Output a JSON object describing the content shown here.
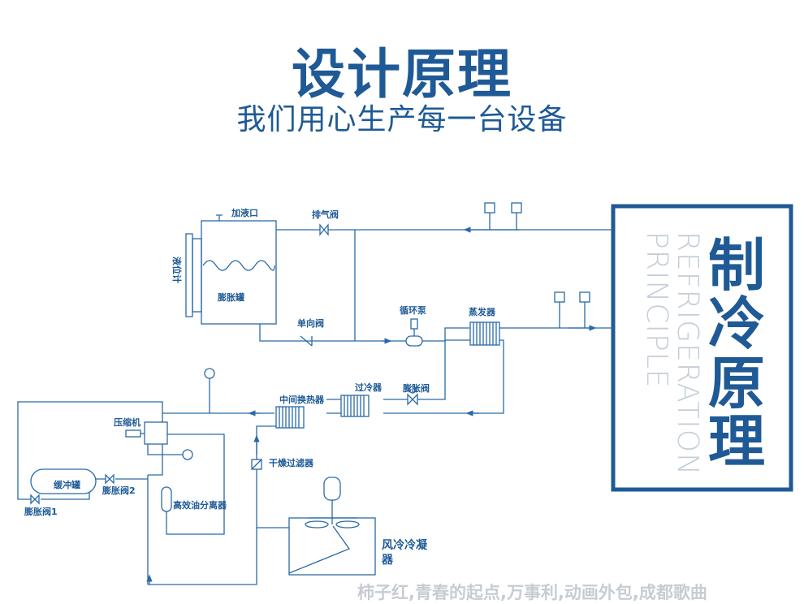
{
  "header": {
    "title": "设计原理",
    "subtitle": "我们用心生产每一台设备"
  },
  "side_panel": {
    "title_chars": [
      "制",
      "冷",
      "原",
      "理"
    ],
    "english_line1": "REFRIGERATION",
    "english_line2": "PRINCIPLE"
  },
  "components": {
    "fill_port": "加液口",
    "exhaust_valve": "排气阀",
    "level_gauge": "液位计",
    "expansion_tank": "膨胀罐",
    "check_valve": "单向阀",
    "circulation_pump": "循环泵",
    "evaporator": "蒸发器",
    "intermediate_exchanger": "中间换热器",
    "subcooler": "过冷器",
    "expansion_valve": "膨胀阀",
    "compressor": "压缩机",
    "buffer_tank": "缓冲罐",
    "expansion_valve_1": "膨胀阀1",
    "expansion_valve_2": "膨胀阀2",
    "oil_separator": "高效油分离器",
    "dryer_filter": "干燥过滤器",
    "condenser_line1": "风冷冷凝",
    "condenser_line2": "器"
  },
  "watermark": "柿子红,青春的起点,万事利,动画外包,成都歌曲",
  "colors": {
    "primary": "#1f5a96",
    "line": "#2a6aa6",
    "english_text": "#c5ced9",
    "watermark": "#c7ccd4"
  }
}
